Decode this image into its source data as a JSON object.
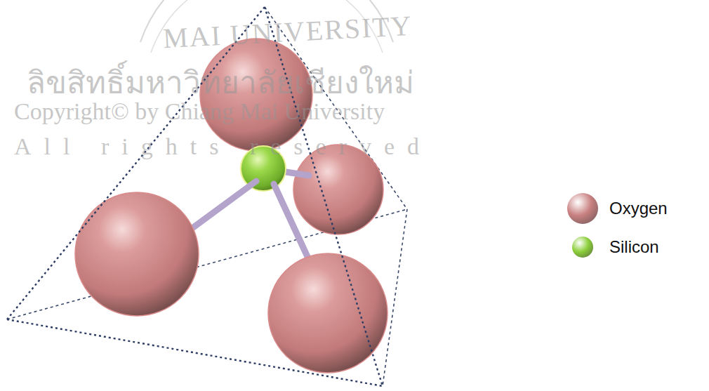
{
  "diagram": {
    "labels": [
      "MAI UNIVERSITY",
      "ลิขสิทธิ์มหาวิทยาลัยเชียงใหม่",
      "Copyright© by Chiang Mai University",
      "All rights reserved"
    ],
    "legend": [
      {
        "text": "Oxygen",
        "color": "#c98080"
      },
      {
        "text": "Silicon",
        "color": "#8ccf3a"
      }
    ]
  }
}
